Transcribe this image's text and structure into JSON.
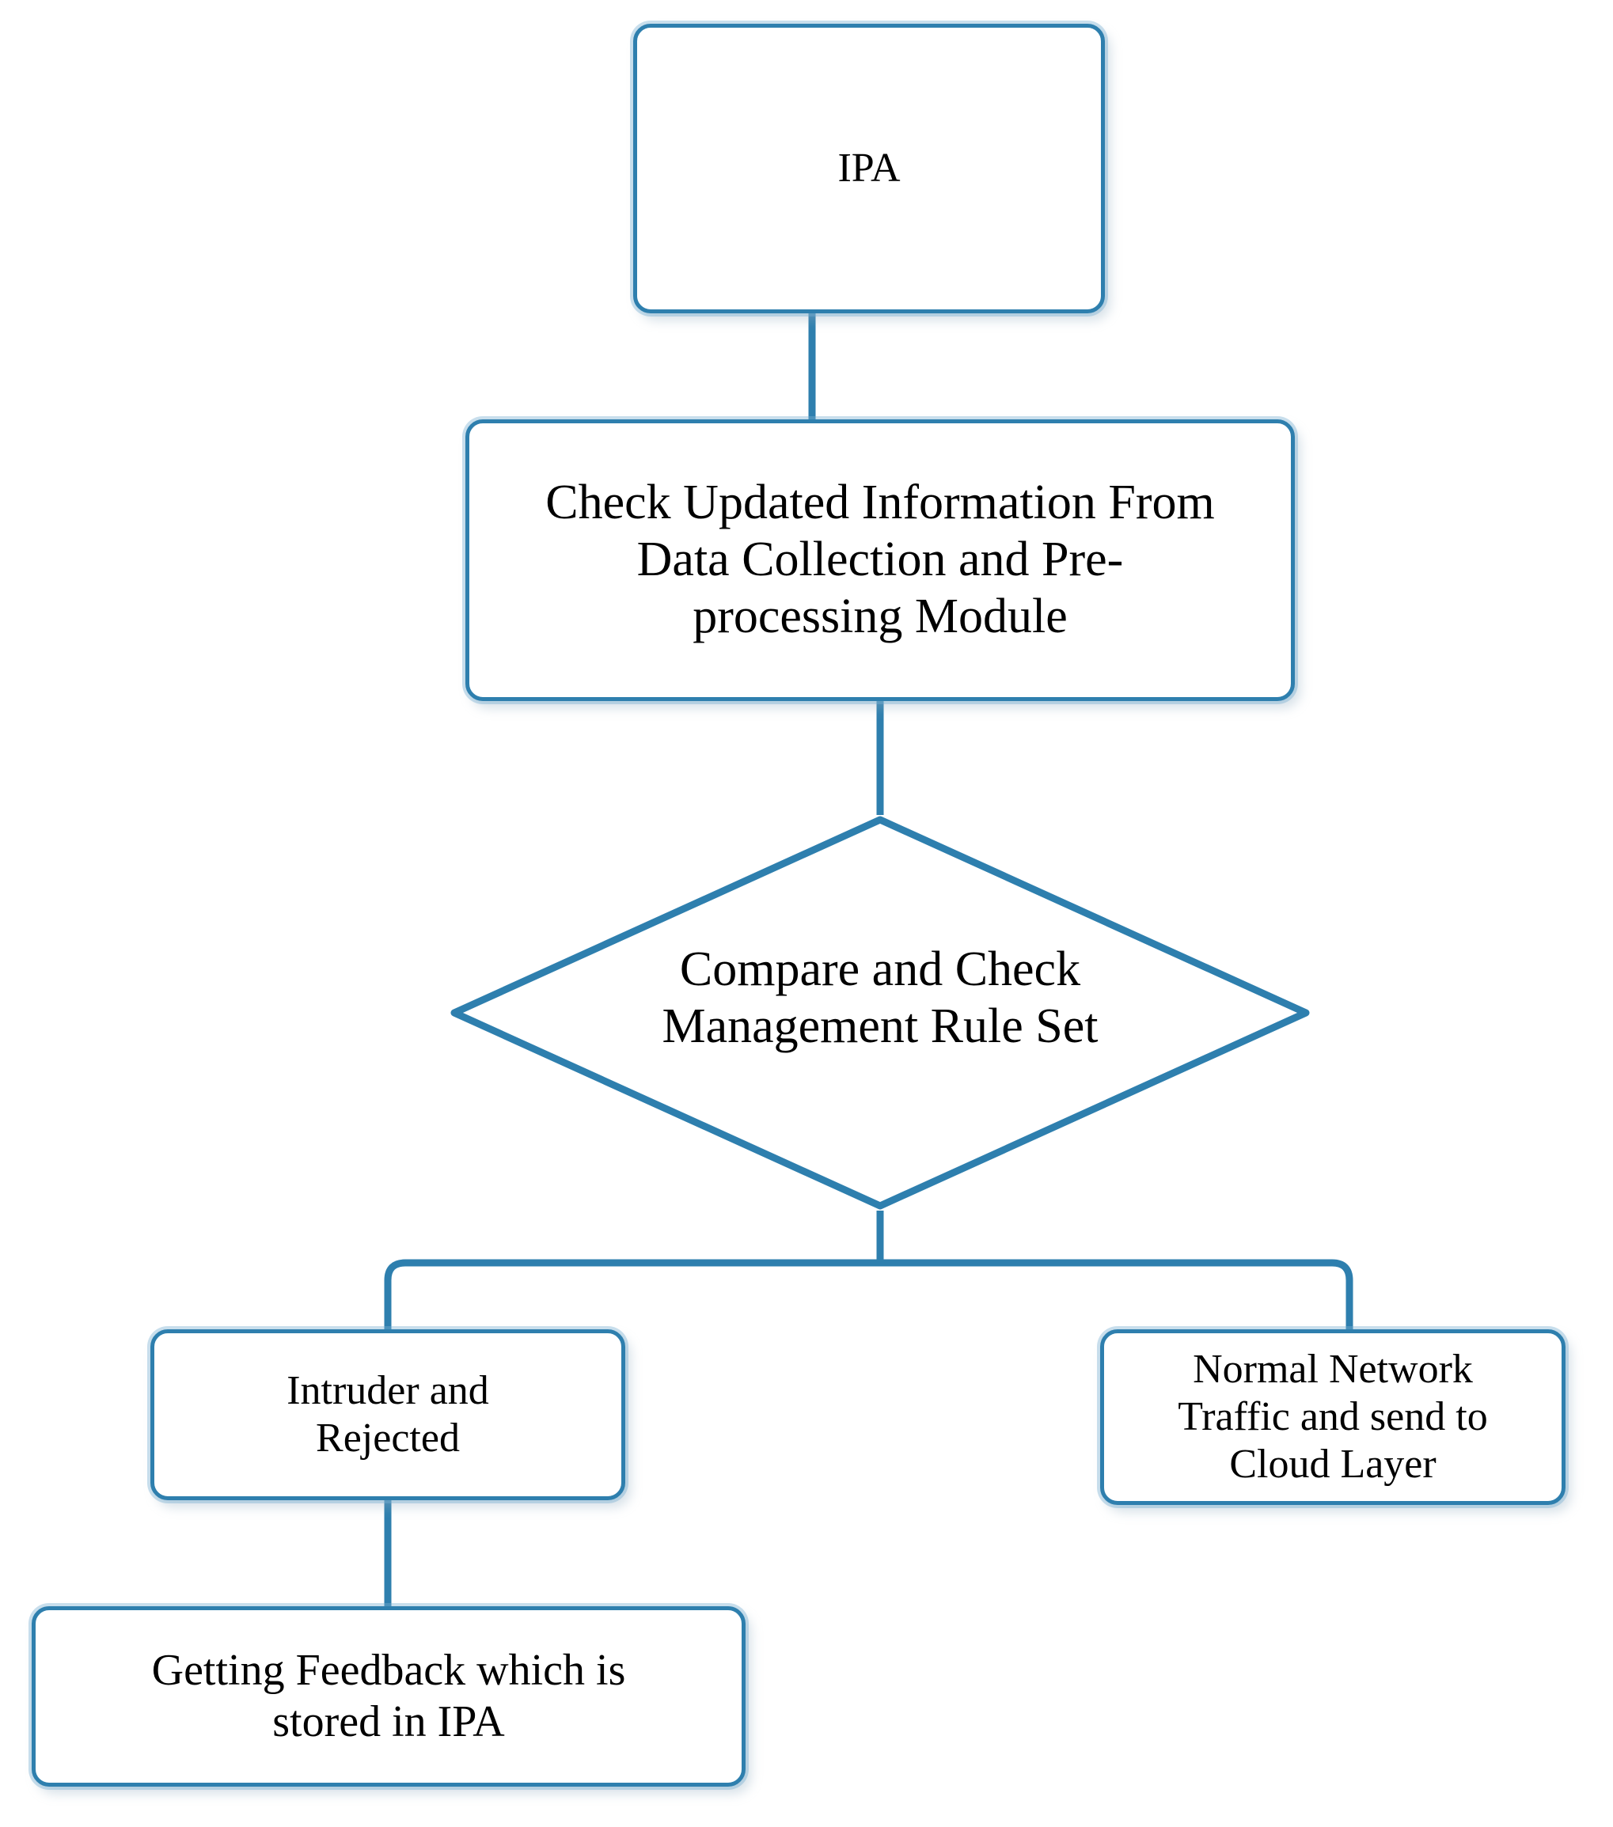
{
  "diagram": {
    "title": "IPA Intrusion Prevention Flowchart",
    "type": "flowchart",
    "accent_color": "#2E7FAE",
    "glow_color": "#78AFD2",
    "background_color": "#FFFFFF",
    "text_color": "#000000",
    "nodes": [
      {
        "id": "ipa",
        "shape": "rounded-rectangle",
        "text": "IPA"
      },
      {
        "id": "check",
        "shape": "rounded-rectangle",
        "text": "Check Updated Information From\nData Collection and Pre-\nprocessing Module"
      },
      {
        "id": "decision",
        "shape": "diamond",
        "text": "Compare and Check\nManagement Rule Set"
      },
      {
        "id": "intruder",
        "shape": "rounded-rectangle",
        "text": "Intruder and\nRejected"
      },
      {
        "id": "normal",
        "shape": "rounded-rectangle",
        "text": "Normal Network\nTraffic and send to\nCloud Layer"
      },
      {
        "id": "feedback",
        "shape": "rounded-rectangle",
        "text": "Getting Feedback which is\nstored in IPA"
      }
    ],
    "edges": [
      {
        "id": "edge-ipa-check",
        "from": "ipa",
        "to": "check",
        "label": ""
      },
      {
        "id": "edge-check-decision",
        "from": "check",
        "to": "decision",
        "label": ""
      },
      {
        "id": "edge-decision-intruder",
        "from": "decision",
        "to": "intruder",
        "label": ""
      },
      {
        "id": "edge-decision-normal",
        "from": "decision",
        "to": "normal",
        "label": ""
      },
      {
        "id": "edge-intruder-feedback",
        "from": "intruder",
        "to": "feedback",
        "label": ""
      }
    ]
  }
}
